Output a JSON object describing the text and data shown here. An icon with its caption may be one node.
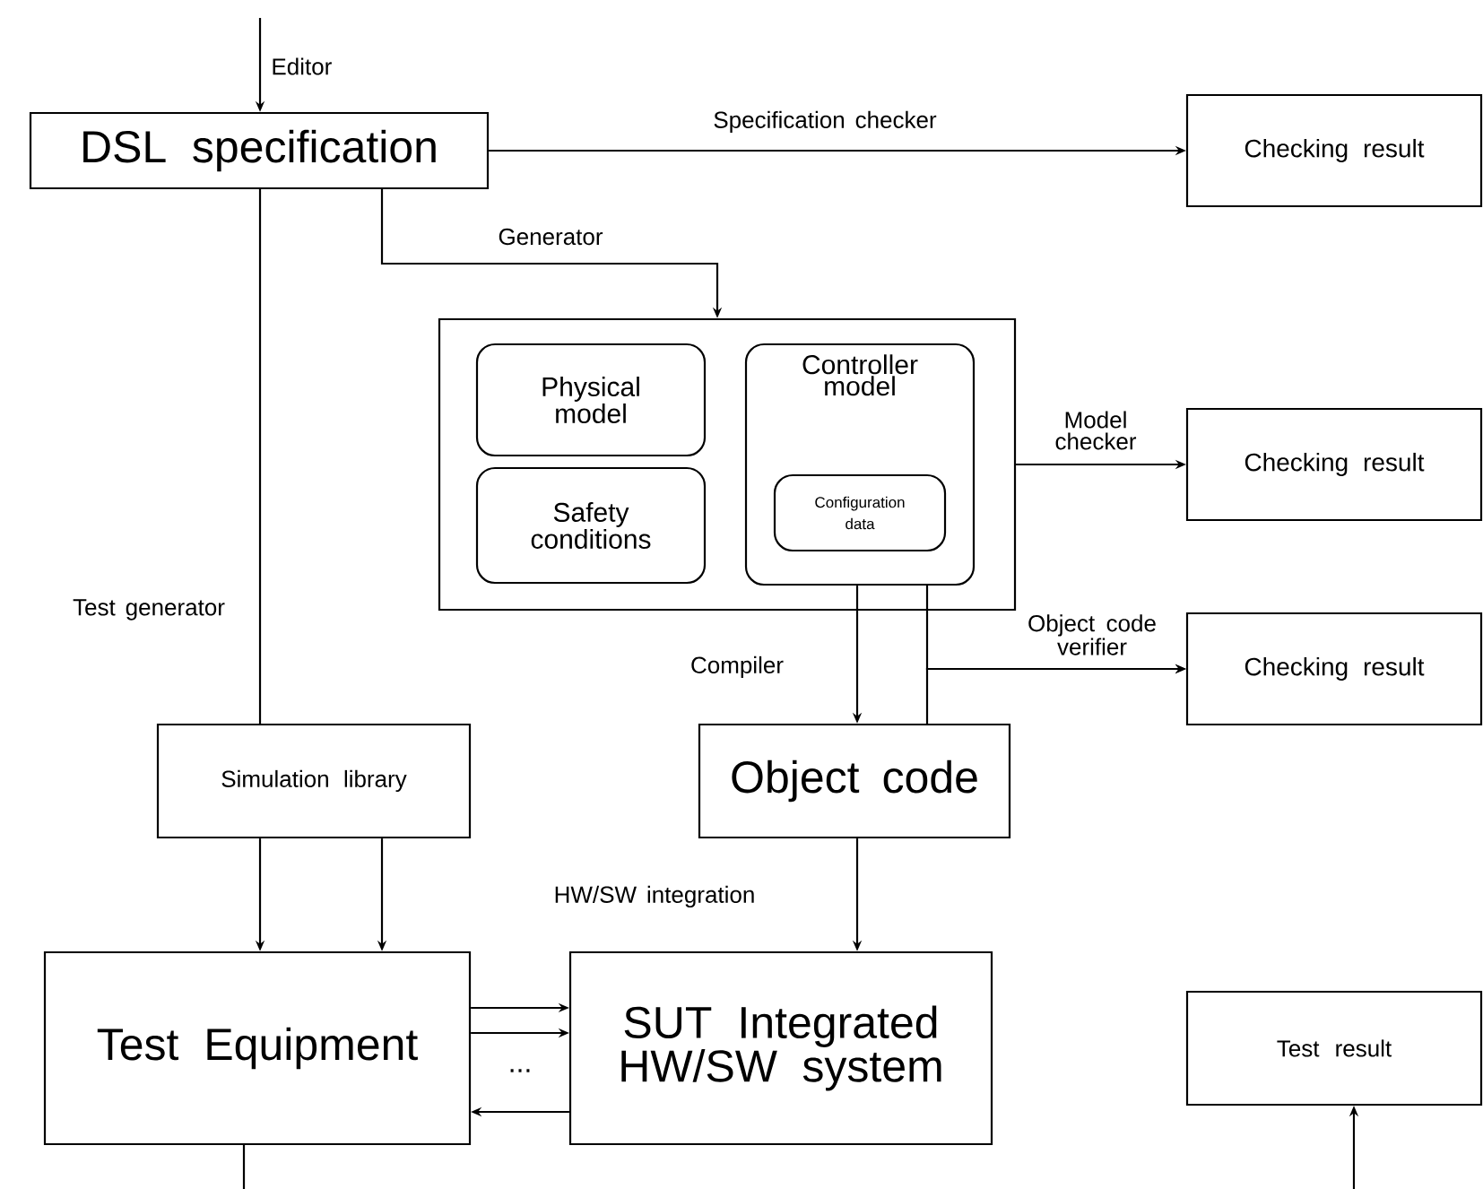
{
  "diagram": {
    "nodes": [
      {
        "text": [
          "DSL specification"
        ]
      },
      {
        "text": [
          "Checking result"
        ]
      },
      {
        "text": [],
        "shape": "box"
      },
      {
        "text": [
          "Physical model"
        ],
        "in": 2
      },
      {
        "text": [
          "Safety conditions"
        ],
        "in": 2
      },
      {
        "text": [
          "Controller model"
        ],
        "in": 2
      },
      {
        "text": [
          "Configuration data"
        ],
        "in": 5
      },
      {
        "text": [
          "Checking result"
        ]
      },
      {
        "text": [
          "Checking result"
        ]
      },
      {
        "text": [
          "Simulation library"
        ]
      },
      {
        "text": [
          "Object code"
        ]
      },
      {
        "text": [
          "Test Equipment"
        ]
      },
      {
        "text": [
          "SUT Integrated HW/SW system"
        ]
      },
      {
        "text": [
          "Test result"
        ]
      }
    ],
    "edges": [
      {
        "from": null,
        "to": 0,
        "arrow": "to",
        "label": "Editor"
      },
      {
        "from": 0,
        "to": 1,
        "arrow": "to",
        "label": "Specification checker"
      },
      {
        "from": 0,
        "to": 2,
        "arrow": "to",
        "label": "Generator"
      },
      {
        "from": 0,
        "to": 9,
        "arrow": "none",
        "label": "Test generator"
      },
      {
        "from": 2,
        "to": 7,
        "arrow": "to",
        "label": "Model checker"
      },
      {
        "from": 5,
        "to": 10,
        "arrow": "to",
        "label": "Compiler"
      },
      {
        "from": 5,
        "to": 8,
        "arrow": "to",
        "label": "Object code verifier"
      },
      {
        "from": 10,
        "to": 8,
        "arrow": "to"
      },
      {
        "from": 9,
        "to": 11,
        "arrow": "to"
      },
      {
        "from": 9,
        "to": 11,
        "arrow": "to"
      },
      {
        "from": 10,
        "to": 12,
        "arrow": "to",
        "label": "HW/SW integration"
      },
      {
        "from": 11,
        "to": 12,
        "arrow": "to"
      },
      {
        "from": 11,
        "to": 12,
        "arrow": "to"
      },
      {
        "from": 12,
        "to": 11,
        "arrow": "to"
      },
      {
        "from": 11,
        "to": null,
        "arrow": "none"
      },
      {
        "from": null,
        "to": 13,
        "arrow": "to"
      }
    ],
    "labels": [
      "..."
    ]
  }
}
